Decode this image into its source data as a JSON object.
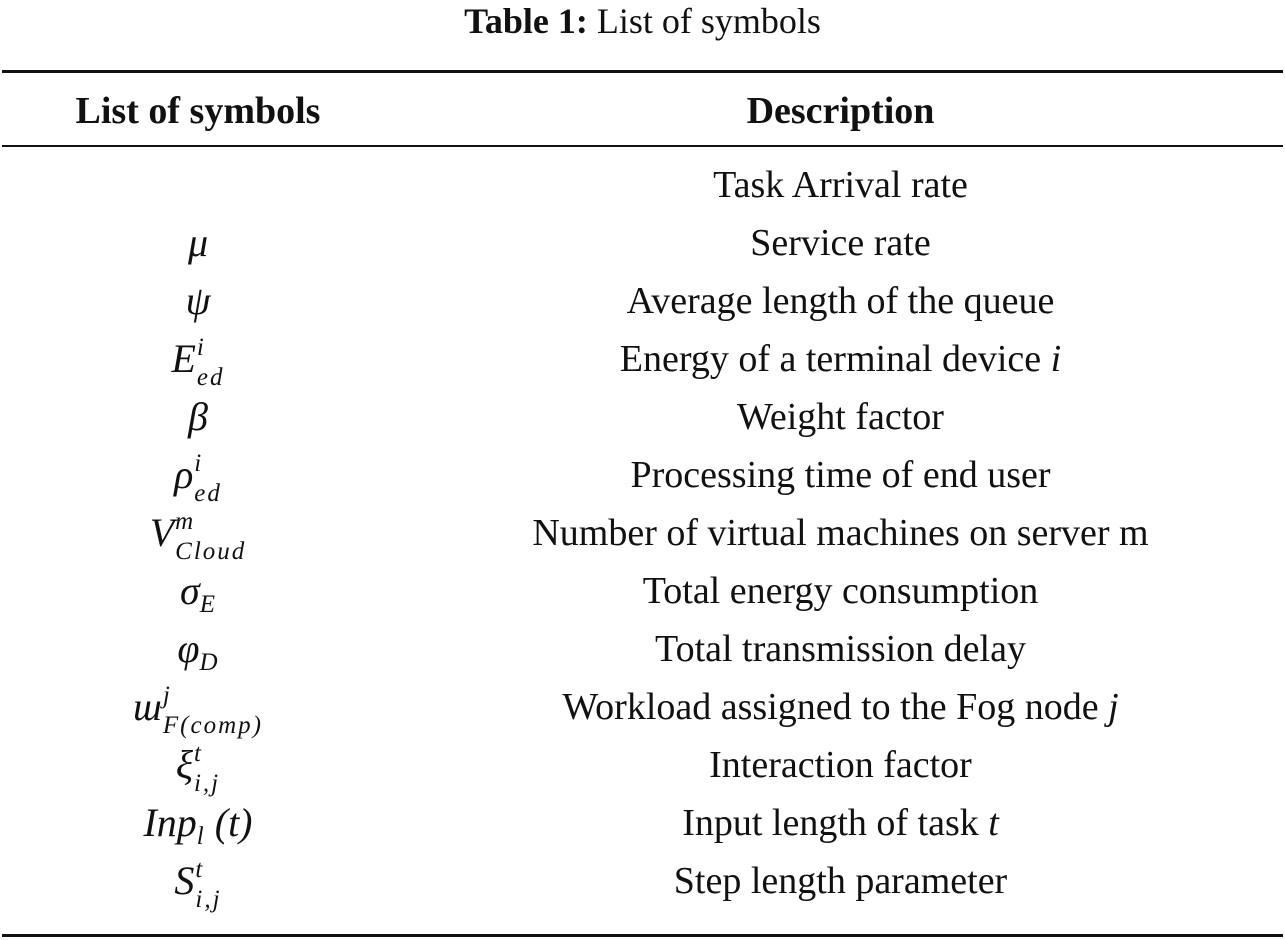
{
  "caption": {
    "label": "Table 1:",
    "text": "List of symbols"
  },
  "table": {
    "columns": [
      "List of symbols",
      "Description"
    ],
    "rows": [
      {
        "symbol": {
          "base": "",
          "sup": "",
          "sub": ""
        },
        "description": "Task Arrival rate",
        "desc_var": ""
      },
      {
        "symbol": {
          "base": "μ",
          "sup": "",
          "sub": ""
        },
        "description": "Service rate",
        "desc_var": ""
      },
      {
        "symbol": {
          "base": "ψ",
          "sup": "",
          "sub": ""
        },
        "description": "Average length of the queue",
        "desc_var": ""
      },
      {
        "symbol": {
          "base": "E",
          "sup": "i",
          "sub": "ed"
        },
        "description": "Energy of a terminal device ",
        "desc_var": "i"
      },
      {
        "symbol": {
          "base": "β",
          "sup": "",
          "sub": ""
        },
        "description": "Weight factor",
        "desc_var": ""
      },
      {
        "symbol": {
          "base": "ρ",
          "sup": "i",
          "sub": "ed"
        },
        "description": "Processing time of end user",
        "desc_var": ""
      },
      {
        "symbol": {
          "base": "V",
          "sup": "m",
          "sub": "Cloud"
        },
        "description": "Number of virtual machines on server m",
        "desc_var": ""
      },
      {
        "symbol": {
          "base": "σ",
          "sup": "",
          "sub": "E"
        },
        "description": "Total energy consumption",
        "desc_var": ""
      },
      {
        "symbol": {
          "base": "φ",
          "sup": "",
          "sub": "D"
        },
        "description": "Total transmission delay",
        "desc_var": ""
      },
      {
        "symbol": {
          "base": "ɯ",
          "sup": "j",
          "sub": "F(comp)"
        },
        "description": "Workload assigned to the Fog node ",
        "desc_var": "j"
      },
      {
        "symbol": {
          "base": "ξ",
          "sup": "t",
          "sub": "i,j"
        },
        "description": "Interaction factor",
        "desc_var": ""
      },
      {
        "symbol": {
          "base": "Inp",
          "sup": "",
          "sub": "l",
          "suffix": " (t)"
        },
        "description": "Input length of task ",
        "desc_var": "t"
      },
      {
        "symbol": {
          "base": "S",
          "sup": "t",
          "sub": "i,j"
        },
        "description": "Step length parameter",
        "desc_var": ""
      }
    ]
  }
}
